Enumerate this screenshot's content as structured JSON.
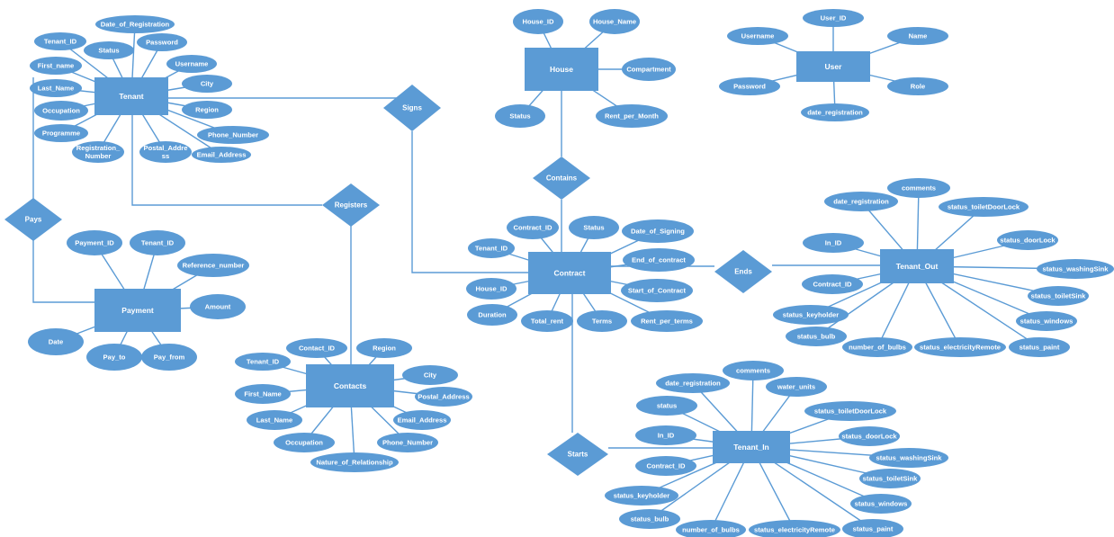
{
  "diagram_type": "ER diagram",
  "colors": {
    "shape_fill": "#5b9bd5",
    "line": "#5b9bd5",
    "text": "#ffffff",
    "background": "#ffffff"
  },
  "entities": [
    {
      "id": "tenant",
      "label": "Tenant"
    },
    {
      "id": "house",
      "label": "House"
    },
    {
      "id": "user",
      "label": "User"
    },
    {
      "id": "payment",
      "label": "Payment"
    },
    {
      "id": "contacts",
      "label": "Contacts"
    },
    {
      "id": "contract",
      "label": "Contract"
    },
    {
      "id": "tenant_out",
      "label": "Tenant_Out"
    },
    {
      "id": "tenant_in",
      "label": "Tenant_In"
    }
  ],
  "relationships": [
    {
      "id": "signs",
      "label": "Signs",
      "connects": [
        "tenant",
        "contract"
      ]
    },
    {
      "id": "pays",
      "label": "Pays",
      "connects": [
        "tenant",
        "payment"
      ]
    },
    {
      "id": "registers",
      "label": "Registers",
      "connects": [
        "tenant",
        "contacts"
      ]
    },
    {
      "id": "contains",
      "label": "Contains",
      "connects": [
        "house",
        "contract"
      ]
    },
    {
      "id": "ends",
      "label": "Ends",
      "connects": [
        "contract",
        "tenant_out"
      ]
    },
    {
      "id": "starts",
      "label": "Starts",
      "connects": [
        "contract",
        "tenant_in"
      ]
    }
  ],
  "attributes": [
    {
      "id": "t_date_reg",
      "entity": "tenant",
      "label": "Date_of_Registration"
    },
    {
      "id": "t_tenant_id",
      "entity": "tenant",
      "label": "Tenant_ID"
    },
    {
      "id": "t_status",
      "entity": "tenant",
      "label": "Status"
    },
    {
      "id": "t_password",
      "entity": "tenant",
      "label": "Password"
    },
    {
      "id": "t_first_name",
      "entity": "tenant",
      "label": "First_name"
    },
    {
      "id": "t_username",
      "entity": "tenant",
      "label": "Username"
    },
    {
      "id": "t_city",
      "entity": "tenant",
      "label": "City"
    },
    {
      "id": "t_last_name",
      "entity": "tenant",
      "label": "Last_Name"
    },
    {
      "id": "t_region",
      "entity": "tenant",
      "label": "Region"
    },
    {
      "id": "t_occupation",
      "entity": "tenant",
      "label": "Occupation"
    },
    {
      "id": "t_phone",
      "entity": "tenant",
      "label": "Phone_Number"
    },
    {
      "id": "t_programme",
      "entity": "tenant",
      "label": "Programme"
    },
    {
      "id": "t_regnum",
      "entity": "tenant",
      "label": "Registration_\nNumber"
    },
    {
      "id": "t_postal",
      "entity": "tenant",
      "label": "Postal_Addre\nss"
    },
    {
      "id": "t_email",
      "entity": "tenant",
      "label": "Email_Address"
    },
    {
      "id": "h_house_id",
      "entity": "house",
      "label": "House_ID"
    },
    {
      "id": "h_house_name",
      "entity": "house",
      "label": "House_Name"
    },
    {
      "id": "h_compartment",
      "entity": "house",
      "label": "Compartment"
    },
    {
      "id": "h_status",
      "entity": "house",
      "label": "Status"
    },
    {
      "id": "h_rent_month",
      "entity": "house",
      "label": "Rent_per_Month"
    },
    {
      "id": "u_user_id",
      "entity": "user",
      "label": "User_ID"
    },
    {
      "id": "u_username",
      "entity": "user",
      "label": "Username"
    },
    {
      "id": "u_name",
      "entity": "user",
      "label": "Name"
    },
    {
      "id": "u_password",
      "entity": "user",
      "label": "Password"
    },
    {
      "id": "u_role",
      "entity": "user",
      "label": "Role"
    },
    {
      "id": "u_date_reg",
      "entity": "user",
      "label": "date_registration"
    },
    {
      "id": "p_payment_id",
      "entity": "payment",
      "label": "Payment_ID"
    },
    {
      "id": "p_tenant_id",
      "entity": "payment",
      "label": "Tenant_ID"
    },
    {
      "id": "p_reference",
      "entity": "payment",
      "label": "Reference_number"
    },
    {
      "id": "p_amount",
      "entity": "payment",
      "label": "Amount"
    },
    {
      "id": "p_date",
      "entity": "payment",
      "label": "Date"
    },
    {
      "id": "p_pay_to",
      "entity": "payment",
      "label": "Pay_to"
    },
    {
      "id": "p_pay_from",
      "entity": "payment",
      "label": "Pay_from"
    },
    {
      "id": "c_contact_id",
      "entity": "contacts",
      "label": "Contact_ID"
    },
    {
      "id": "c_region",
      "entity": "contacts",
      "label": "Region"
    },
    {
      "id": "c_tenant_id",
      "entity": "contacts",
      "label": "Tenant_ID"
    },
    {
      "id": "c_city",
      "entity": "contacts",
      "label": "City"
    },
    {
      "id": "c_first_name",
      "entity": "contacts",
      "label": "First_Name"
    },
    {
      "id": "c_postal",
      "entity": "contacts",
      "label": "Postal_Address"
    },
    {
      "id": "c_last_name",
      "entity": "contacts",
      "label": "Last_Name"
    },
    {
      "id": "c_email",
      "entity": "contacts",
      "label": "Email_Address"
    },
    {
      "id": "c_occupation",
      "entity": "contacts",
      "label": "Occupation"
    },
    {
      "id": "c_phone",
      "entity": "contacts",
      "label": "Phone_Number"
    },
    {
      "id": "c_nature",
      "entity": "contacts",
      "label": "Nature_of_Relationship"
    },
    {
      "id": "k_contract_id",
      "entity": "contract",
      "label": "Contract_ID"
    },
    {
      "id": "k_status",
      "entity": "contract",
      "label": "Status"
    },
    {
      "id": "k_date_signing",
      "entity": "contract",
      "label": "Date_of_Signing"
    },
    {
      "id": "k_tenant_id",
      "entity": "contract",
      "label": "Tenant_ID"
    },
    {
      "id": "k_end",
      "entity": "contract",
      "label": "End_of_contract"
    },
    {
      "id": "k_house_id",
      "entity": "contract",
      "label": "House_ID"
    },
    {
      "id": "k_start",
      "entity": "contract",
      "label": "Start_of_Contract"
    },
    {
      "id": "k_duration",
      "entity": "contract",
      "label": "Duration"
    },
    {
      "id": "k_total_rent",
      "entity": "contract",
      "label": "Total_rent"
    },
    {
      "id": "k_terms",
      "entity": "contract",
      "label": "Terms"
    },
    {
      "id": "k_rent_terms",
      "entity": "contract",
      "label": "Rent_per_terms"
    },
    {
      "id": "o_comments",
      "entity": "tenant_out",
      "label": "comments"
    },
    {
      "id": "o_date_reg",
      "entity": "tenant_out",
      "label": "date_registration"
    },
    {
      "id": "o_toilet_door",
      "entity": "tenant_out",
      "label": "status_toiletDoorLock"
    },
    {
      "id": "o_in_id",
      "entity": "tenant_out",
      "label": "In_ID"
    },
    {
      "id": "o_door_lock",
      "entity": "tenant_out",
      "label": "status_doorLock"
    },
    {
      "id": "o_washing",
      "entity": "tenant_out",
      "label": "status_washingSink"
    },
    {
      "id": "o_contract_id",
      "entity": "tenant_out",
      "label": "Contract_ID"
    },
    {
      "id": "o_toilet_sink",
      "entity": "tenant_out",
      "label": "status_toiletSink"
    },
    {
      "id": "o_keyholder",
      "entity": "tenant_out",
      "label": "status_keyholder"
    },
    {
      "id": "o_windows",
      "entity": "tenant_out",
      "label": "status_windows"
    },
    {
      "id": "o_bulb",
      "entity": "tenant_out",
      "label": "status_bulb"
    },
    {
      "id": "o_num_bulbs",
      "entity": "tenant_out",
      "label": "number_of_bulbs"
    },
    {
      "id": "o_remote",
      "entity": "tenant_out",
      "label": "status_electricityRemote"
    },
    {
      "id": "o_paint",
      "entity": "tenant_out",
      "label": "status_paint"
    },
    {
      "id": "i_comments",
      "entity": "tenant_in",
      "label": "comments"
    },
    {
      "id": "i_date_reg",
      "entity": "tenant_in",
      "label": "date_registration"
    },
    {
      "id": "i_water",
      "entity": "tenant_in",
      "label": "water_units"
    },
    {
      "id": "i_status",
      "entity": "tenant_in",
      "label": "status"
    },
    {
      "id": "i_toilet_door",
      "entity": "tenant_in",
      "label": "status_toiletDoorLock"
    },
    {
      "id": "i_in_id",
      "entity": "tenant_in",
      "label": "In_ID"
    },
    {
      "id": "i_door_lock",
      "entity": "tenant_in",
      "label": "status_doorLock"
    },
    {
      "id": "i_washing",
      "entity": "tenant_in",
      "label": "status_washingSink"
    },
    {
      "id": "i_contract_id",
      "entity": "tenant_in",
      "label": "Contract_ID"
    },
    {
      "id": "i_toilet_sink",
      "entity": "tenant_in",
      "label": "status_toiletSink"
    },
    {
      "id": "i_keyholder",
      "entity": "tenant_in",
      "label": "status_keyholder"
    },
    {
      "id": "i_windows",
      "entity": "tenant_in",
      "label": "status_windows"
    },
    {
      "id": "i_bulb",
      "entity": "tenant_in",
      "label": "status_bulb"
    },
    {
      "id": "i_num_bulbs",
      "entity": "tenant_in",
      "label": "number_of_bulbs"
    },
    {
      "id": "i_remote",
      "entity": "tenant_in",
      "label": "status_electricityRemote"
    },
    {
      "id": "i_paint",
      "entity": "tenant_in",
      "label": "status_paint"
    }
  ]
}
